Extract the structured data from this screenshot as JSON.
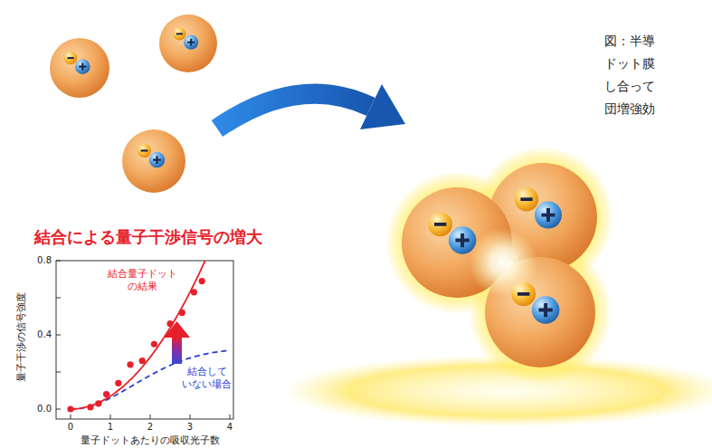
{
  "diagram": {
    "caption": "図：半導 ドット膜 し合って 団増強効",
    "labels": [
      "結合による量子干渉信号の増大",
      "0.8",
      "0.4",
      "0.0",
      "0",
      "1",
      "2",
      "3",
      "4",
      "量子干渉の信号強度",
      "量子ドットあたりの吸収光子数",
      "結合量子ドット の結果",
      "結合して いない場合"
    ]
  }
}
